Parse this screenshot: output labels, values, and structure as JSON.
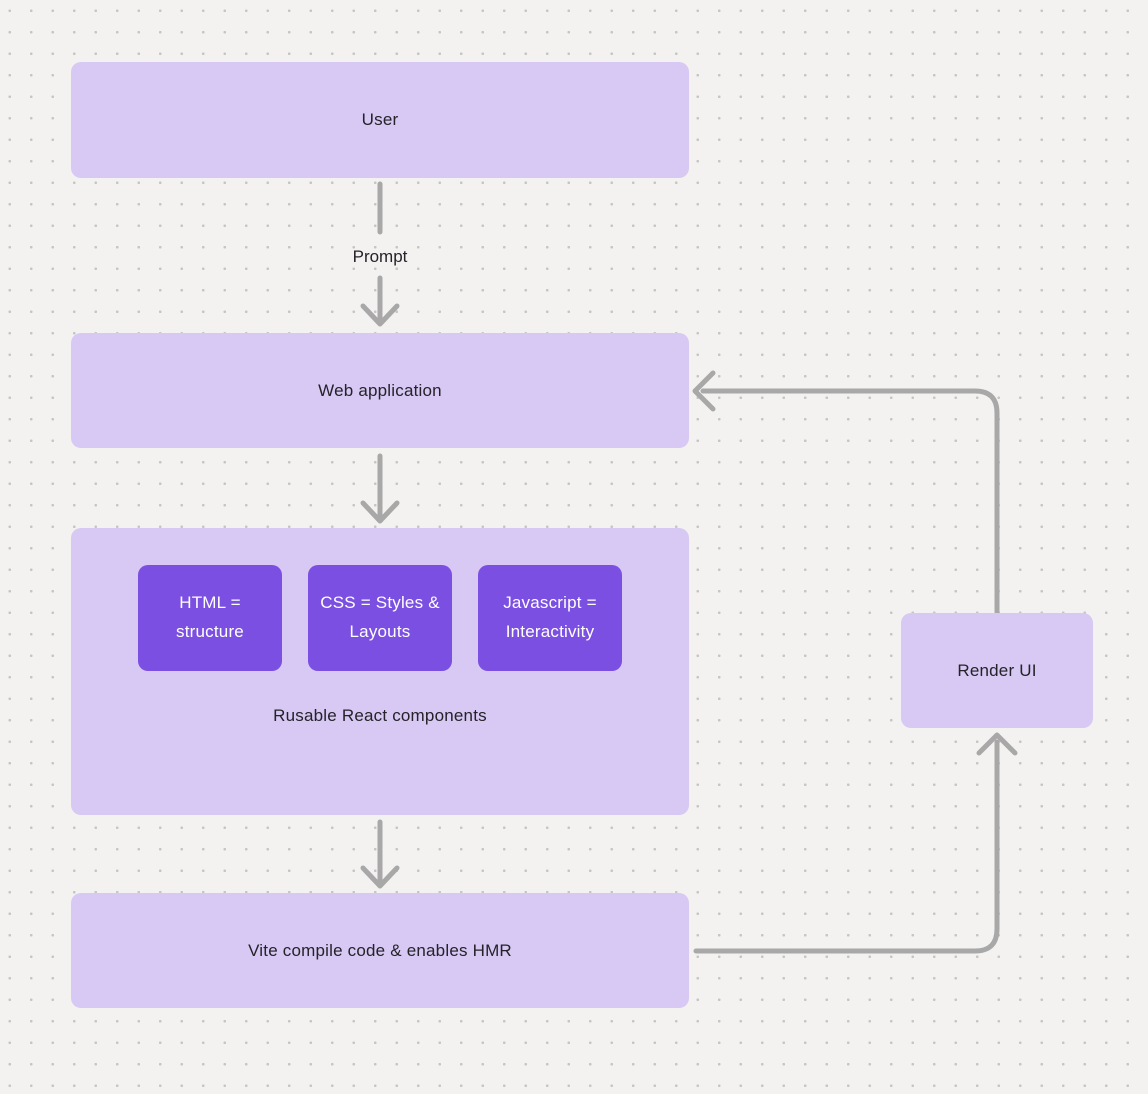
{
  "diagram": {
    "nodes": {
      "user": {
        "label": "User"
      },
      "web_application": {
        "label": "Web application"
      },
      "components_group": {
        "label": "Rusable React components",
        "children": [
          {
            "label": "HTML = structure"
          },
          {
            "label": "CSS = Styles & Layouts"
          },
          {
            "label": "Javascript = Interactivity"
          }
        ]
      },
      "vite": {
        "label": "Vite compile code & enables HMR"
      },
      "render_ui": {
        "label": "Render UI"
      }
    },
    "edges": [
      {
        "from": "user",
        "to": "web_application",
        "label": "Prompt",
        "direction": "down"
      },
      {
        "from": "web_application",
        "to": "components_group",
        "label": "",
        "direction": "down"
      },
      {
        "from": "components_group",
        "to": "vite",
        "label": "",
        "direction": "down"
      },
      {
        "from": "vite",
        "to": "render_ui",
        "label": "",
        "direction": "right-up"
      },
      {
        "from": "render_ui",
        "to": "web_application",
        "label": "",
        "direction": "up-left"
      }
    ],
    "colors": {
      "bg": "#f3f2f0",
      "dot": "#c6c5c3",
      "node_fill": "#d7c9f3",
      "child_fill": "#7a4fe1",
      "child_text": "#ffffff",
      "text": "#252229",
      "connector": "#a8a8a8"
    }
  }
}
